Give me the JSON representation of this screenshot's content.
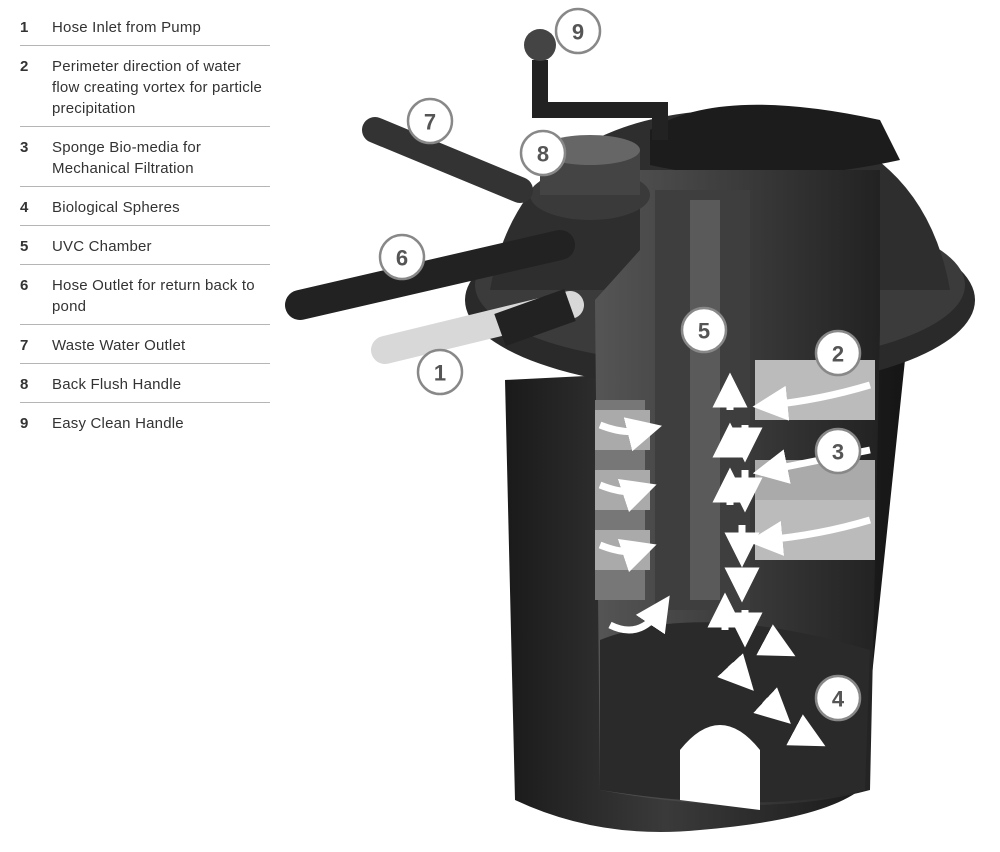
{
  "legend": [
    {
      "num": "1",
      "text": "Hose Inlet from Pump"
    },
    {
      "num": "2",
      "text": "Perimeter direction of water flow creating vortex for particle precipitation"
    },
    {
      "num": "3",
      "text": "Sponge Bio-media for Mechanical Filtration"
    },
    {
      "num": "4",
      "text": "Biological Spheres"
    },
    {
      "num": "5",
      "text": "UVC Chamber"
    },
    {
      "num": "6",
      "text": "Hose Outlet for return back to pond"
    },
    {
      "num": "7",
      "text": "Waste Water Outlet"
    },
    {
      "num": "8",
      "text": "Back Flush Handle"
    },
    {
      "num": "9",
      "text": "Easy Clean Handle"
    }
  ],
  "callouts": [
    "9",
    "7",
    "8",
    "6",
    "5",
    "2",
    "1",
    "3",
    "4"
  ]
}
